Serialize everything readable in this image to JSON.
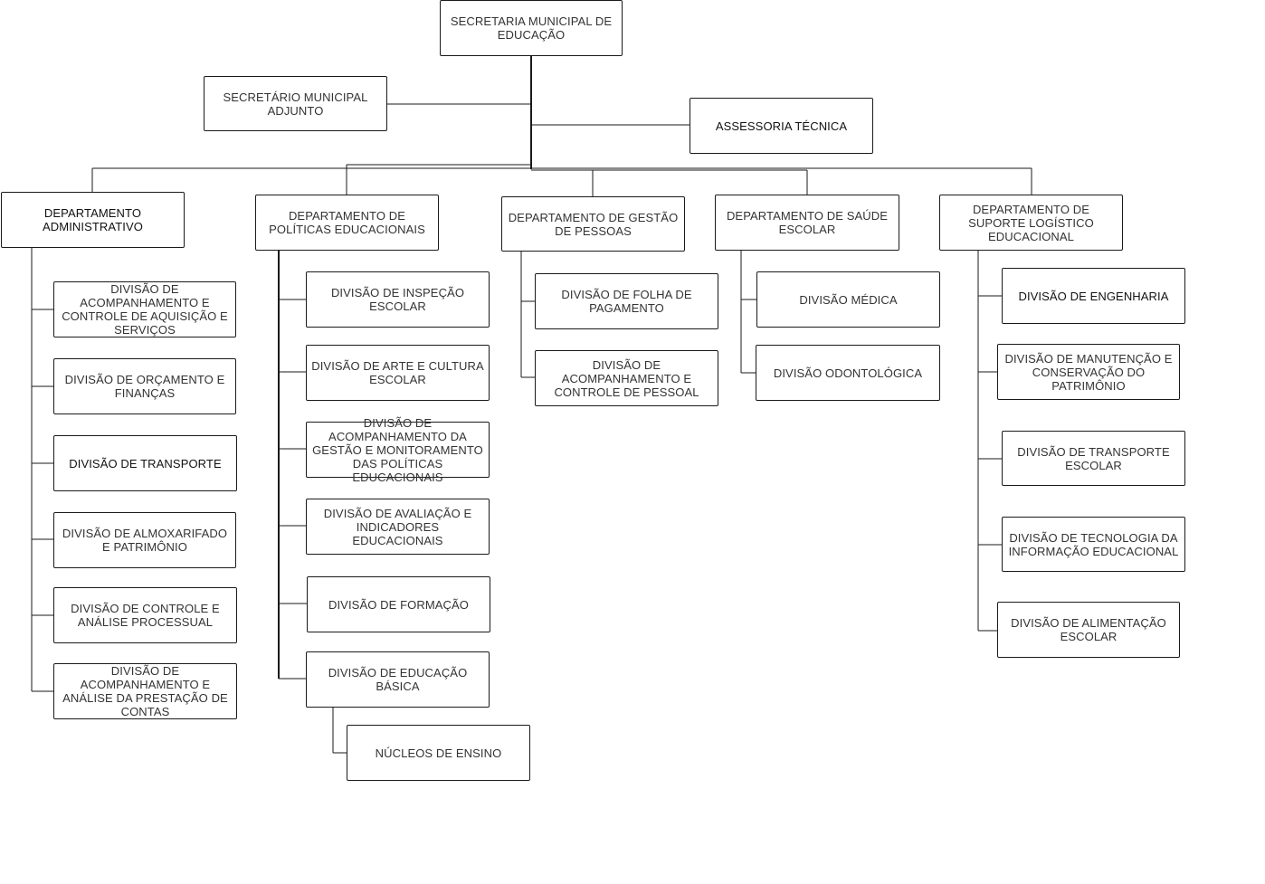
{
  "org_chart": {
    "root": "SECRETARIA MUNICIPAL DE EDUCAÇÃO",
    "adjunto": "SECRETÁRIO MUNICIPAL ADJUNTO",
    "assessoria": "ASSESSORIA TÉCNICA",
    "departments": [
      {
        "name": "DEPARTAMENTO ADMINISTRATIVO",
        "divisions": [
          "DIVISÃO DE ACOMPANHAMENTO E CONTROLE DE AQUISIÇÃO E SERVIÇOS",
          "DIVISÃO DE ORÇAMENTO E FINANÇAS",
          "DIVISÃO DE TRANSPORTE",
          "DIVISÃO DE ALMOXARIFADO E PATRIMÔNIO",
          "DIVISÃO DE CONTROLE E ANÁLISE PROCESSUAL",
          "DIVISÃO DE ACOMPANHAMENTO E ANÁLISE DA PRESTAÇÃO DE CONTAS"
        ]
      },
      {
        "name": "DEPARTAMENTO DE POLÍTICAS EDUCACIONAIS",
        "divisions": [
          "DIVISÃO DE INSPEÇÃO ESCOLAR",
          "DIVISÃO DE ARTE E CULTURA ESCOLAR",
          "DIVISÃO DE ACOMPANHAMENTO DA GESTÃO E MONITORAMENTO DAS POLÍTICAS EDUCACIONAIS",
          "DIVISÃO DE AVALIAÇÃO E INDICADORES EDUCACIONAIS",
          "DIVISÃO DE FORMAÇÃO",
          "DIVISÃO DE EDUCAÇÃO BÁSICA"
        ],
        "sub_unit": "NÚCLEOS DE ENSINO"
      },
      {
        "name": "DEPARTAMENTO DE GESTÃO DE PESSOAS",
        "divisions": [
          "DIVISÃO DE FOLHA DE PAGAMENTO",
          "DIVISÃO DE ACOMPANHAMENTO E CONTROLE DE PESSOAL"
        ]
      },
      {
        "name": "DEPARTAMENTO DE SAÚDE ESCOLAR",
        "divisions": [
          "DIVISÃO MÉDICA",
          "DIVISÃO ODONTOLÓGICA"
        ]
      },
      {
        "name": "DEPARTAMENTO DE SUPORTE LOGÍSTICO EDUCACIONAL",
        "divisions": [
          "DIVISÃO DE ENGENHARIA",
          "DIVISÃO DE MANUTENÇÃO E CONSERVAÇÃO DO PATRIMÔNIO",
          "DIVISÃO DE TRANSPORTE ESCOLAR",
          "DIVISÃO DE TECNOLOGIA DA INFORMAÇÃO EDUCACIONAL",
          "DIVISÃO DE ALIMENTAÇÃO ESCOLAR"
        ]
      }
    ]
  }
}
